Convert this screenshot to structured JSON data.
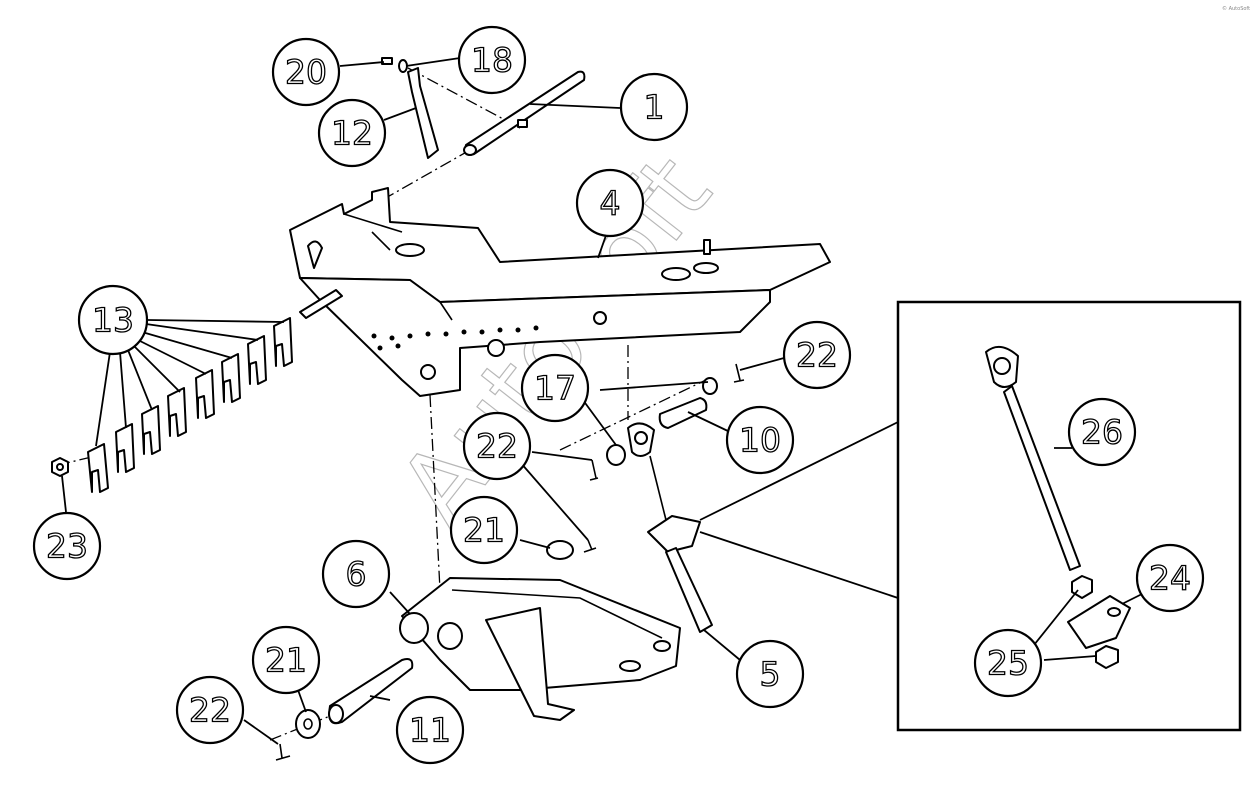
{
  "diagram": {
    "callouts": [
      {
        "id": "c1",
        "label": "1"
      },
      {
        "id": "c4",
        "label": "4"
      },
      {
        "id": "c5",
        "label": "5"
      },
      {
        "id": "c6",
        "label": "6"
      },
      {
        "id": "c10",
        "label": "10"
      },
      {
        "id": "c11",
        "label": "11"
      },
      {
        "id": "c12",
        "label": "12"
      },
      {
        "id": "c13",
        "label": "13"
      },
      {
        "id": "c17",
        "label": "17"
      },
      {
        "id": "c18",
        "label": "18"
      },
      {
        "id": "c20",
        "label": "20"
      },
      {
        "id": "c21a",
        "label": "21"
      },
      {
        "id": "c21b",
        "label": "21"
      },
      {
        "id": "c22a",
        "label": "22"
      },
      {
        "id": "c22b",
        "label": "22"
      },
      {
        "id": "c22c",
        "label": "22"
      },
      {
        "id": "c23",
        "label": "23"
      },
      {
        "id": "c24",
        "label": "24"
      },
      {
        "id": "c25",
        "label": "25"
      },
      {
        "id": "c26",
        "label": "26"
      }
    ],
    "watermark": "AutoSoft",
    "corner_mark": "© AutoSoft"
  }
}
